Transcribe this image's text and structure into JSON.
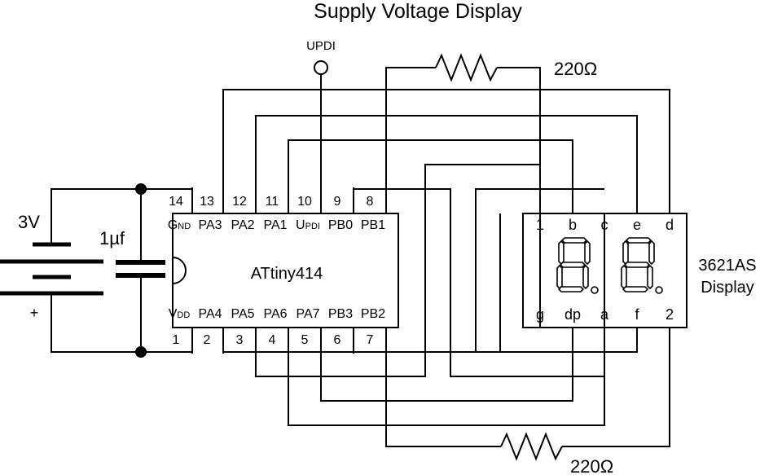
{
  "title": "Supply Voltage Display",
  "updi_label": "UPDI",
  "battery": {
    "voltage": "3V",
    "plus": "+"
  },
  "capacitor": {
    "value": "1µf"
  },
  "chip": {
    "name": "ATtiny414",
    "top_pin_numbers": [
      "14",
      "13",
      "12",
      "11",
      "10",
      "9",
      "8"
    ],
    "top_pin_names": [
      "GND",
      "PA3",
      "PA2",
      "PA1",
      "UPDI",
      "PB0",
      "PB1"
    ],
    "bottom_pin_numbers": [
      "1",
      "2",
      "3",
      "4",
      "5",
      "6",
      "7"
    ],
    "bottom_pin_names": [
      "VDD",
      "PA4",
      "PA5",
      "PA6",
      "PA7",
      "PB3",
      "PB2"
    ]
  },
  "display": {
    "part": "3621AS",
    "word": "Display",
    "top_pins": [
      "1",
      "b",
      "c",
      "e",
      "d"
    ],
    "bottom_pins": [
      "g",
      "dp",
      "a",
      "f",
      "2"
    ]
  },
  "resistors": {
    "top": "220Ω",
    "bottom": "220Ω"
  }
}
